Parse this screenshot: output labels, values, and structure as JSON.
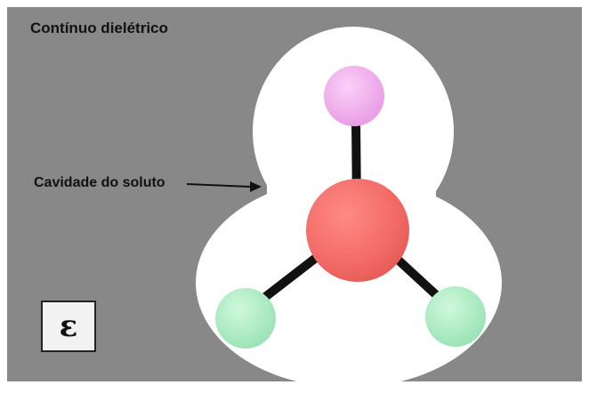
{
  "title": "Contínuo dielétrico",
  "cavity_label": "Cavidade do soluto",
  "epsilon_symbol": "ε",
  "colors": {
    "continuum": "#888888",
    "cavity": "#ffffff",
    "central_atom": "#f26a66",
    "top_atom": "#f0a8ec",
    "side_atoms": "#a6ecc0",
    "bonds": "#111111"
  }
}
